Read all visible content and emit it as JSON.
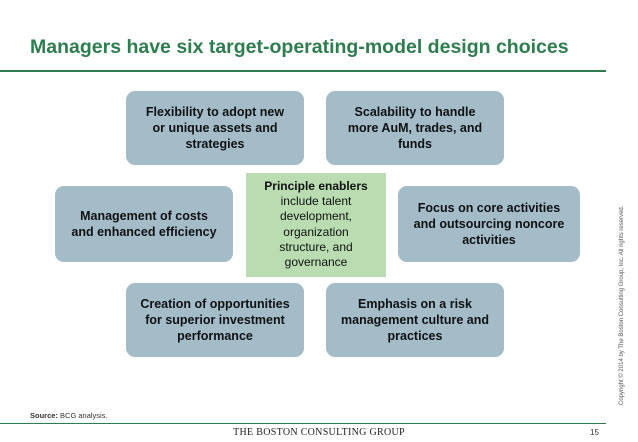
{
  "title": "Managers have six target-operating-model design choices",
  "choices": {
    "top_left": [
      "Flexibility to adopt new",
      "or unique assets and",
      "strategies"
    ],
    "top_right": [
      "Scalability to handle",
      "more AuM, trades, and",
      "funds"
    ],
    "mid_left": [
      "Management of costs",
      "and enhanced efficiency"
    ],
    "mid_right": [
      "Focus on core activities",
      "and outsourcing noncore",
      "activities"
    ],
    "bottom_left": [
      "Creation of opportunities",
      "for superior investment",
      "performance"
    ],
    "bottom_right": [
      "Emphasis on a risk",
      "management culture and",
      "practices"
    ]
  },
  "center": {
    "heading": "Principle enablers",
    "body": [
      "include talent",
      "development,",
      "organization",
      "structure, and",
      "governance"
    ]
  },
  "source": {
    "label": "Source:",
    "text": "BCG analysis."
  },
  "copyright": "Copyright © 2014 by The Boston Consulting Group, Inc. All rights reserved.",
  "logo": "THE BOSTON CONSULTING GROUP",
  "page_number": "15",
  "colors": {
    "title_green": "#2e7d4f",
    "choice_box": "#a3bcc8",
    "center_box": "#b9dcb1"
  }
}
